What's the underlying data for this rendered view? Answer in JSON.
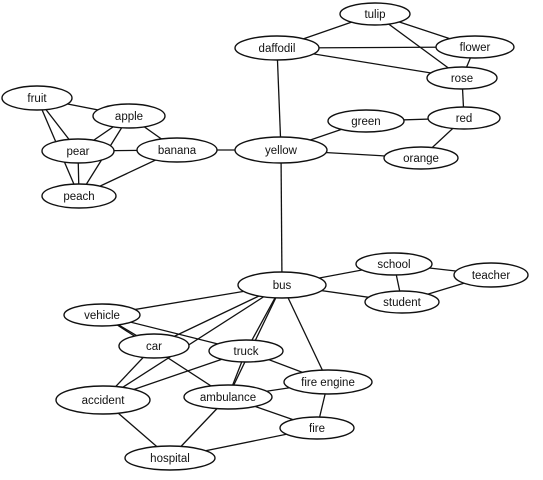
{
  "nodes": [
    {
      "id": "fruit",
      "label": "fruit"
    },
    {
      "id": "apple",
      "label": "apple"
    },
    {
      "id": "pear",
      "label": "pear"
    },
    {
      "id": "banana",
      "label": "banana"
    },
    {
      "id": "peach",
      "label": "peach"
    },
    {
      "id": "yellow",
      "label": "yellow"
    },
    {
      "id": "daffodil",
      "label": "daffodil"
    },
    {
      "id": "tulip",
      "label": "tulip"
    },
    {
      "id": "flower",
      "label": "flower"
    },
    {
      "id": "rose",
      "label": "rose"
    },
    {
      "id": "green",
      "label": "green"
    },
    {
      "id": "red",
      "label": "red"
    },
    {
      "id": "orange",
      "label": "orange"
    },
    {
      "id": "bus",
      "label": "bus"
    },
    {
      "id": "school",
      "label": "school"
    },
    {
      "id": "teacher",
      "label": "teacher"
    },
    {
      "id": "student",
      "label": "student"
    },
    {
      "id": "vehicle",
      "label": "vehicle"
    },
    {
      "id": "car",
      "label": "car"
    },
    {
      "id": "truck",
      "label": "truck"
    },
    {
      "id": "fire_engine",
      "label": "fire engine"
    },
    {
      "id": "accident",
      "label": "accident"
    },
    {
      "id": "ambulance",
      "label": "ambulance"
    },
    {
      "id": "fire",
      "label": "fire"
    },
    {
      "id": "hospital",
      "label": "hospital"
    }
  ],
  "edges": [
    [
      "fruit",
      "apple"
    ],
    [
      "fruit",
      "pear"
    ],
    [
      "fruit",
      "peach"
    ],
    [
      "apple",
      "pear"
    ],
    [
      "apple",
      "banana"
    ],
    [
      "apple",
      "peach"
    ],
    [
      "pear",
      "banana"
    ],
    [
      "pear",
      "peach"
    ],
    [
      "banana",
      "peach"
    ],
    [
      "banana",
      "yellow"
    ],
    [
      "yellow",
      "daffodil"
    ],
    [
      "yellow",
      "green"
    ],
    [
      "yellow",
      "orange"
    ],
    [
      "yellow",
      "bus"
    ],
    [
      "daffodil",
      "tulip"
    ],
    [
      "daffodil",
      "flower"
    ],
    [
      "daffodil",
      "rose"
    ],
    [
      "tulip",
      "flower"
    ],
    [
      "tulip",
      "rose"
    ],
    [
      "flower",
      "rose"
    ],
    [
      "rose",
      "red"
    ],
    [
      "green",
      "red"
    ],
    [
      "red",
      "orange"
    ],
    [
      "bus",
      "school"
    ],
    [
      "bus",
      "student"
    ],
    [
      "school",
      "student"
    ],
    [
      "school",
      "teacher"
    ],
    [
      "student",
      "teacher"
    ],
    [
      "bus",
      "vehicle"
    ],
    [
      "bus",
      "car"
    ],
    [
      "bus",
      "truck"
    ],
    [
      "bus",
      "accident"
    ],
    [
      "bus",
      "ambulance"
    ],
    [
      "bus",
      "fire_engine"
    ],
    [
      "vehicle",
      "car"
    ],
    [
      "vehicle",
      "truck"
    ],
    [
      "vehicle",
      "ambulance"
    ],
    [
      "car",
      "accident"
    ],
    [
      "truck",
      "accident"
    ],
    [
      "truck",
      "ambulance"
    ],
    [
      "truck",
      "fire_engine"
    ],
    [
      "ambulance",
      "fire_engine"
    ],
    [
      "ambulance",
      "fire"
    ],
    [
      "ambulance",
      "hospital"
    ],
    [
      "accident",
      "hospital"
    ],
    [
      "fire_engine",
      "fire"
    ],
    [
      "fire",
      "hospital"
    ]
  ]
}
